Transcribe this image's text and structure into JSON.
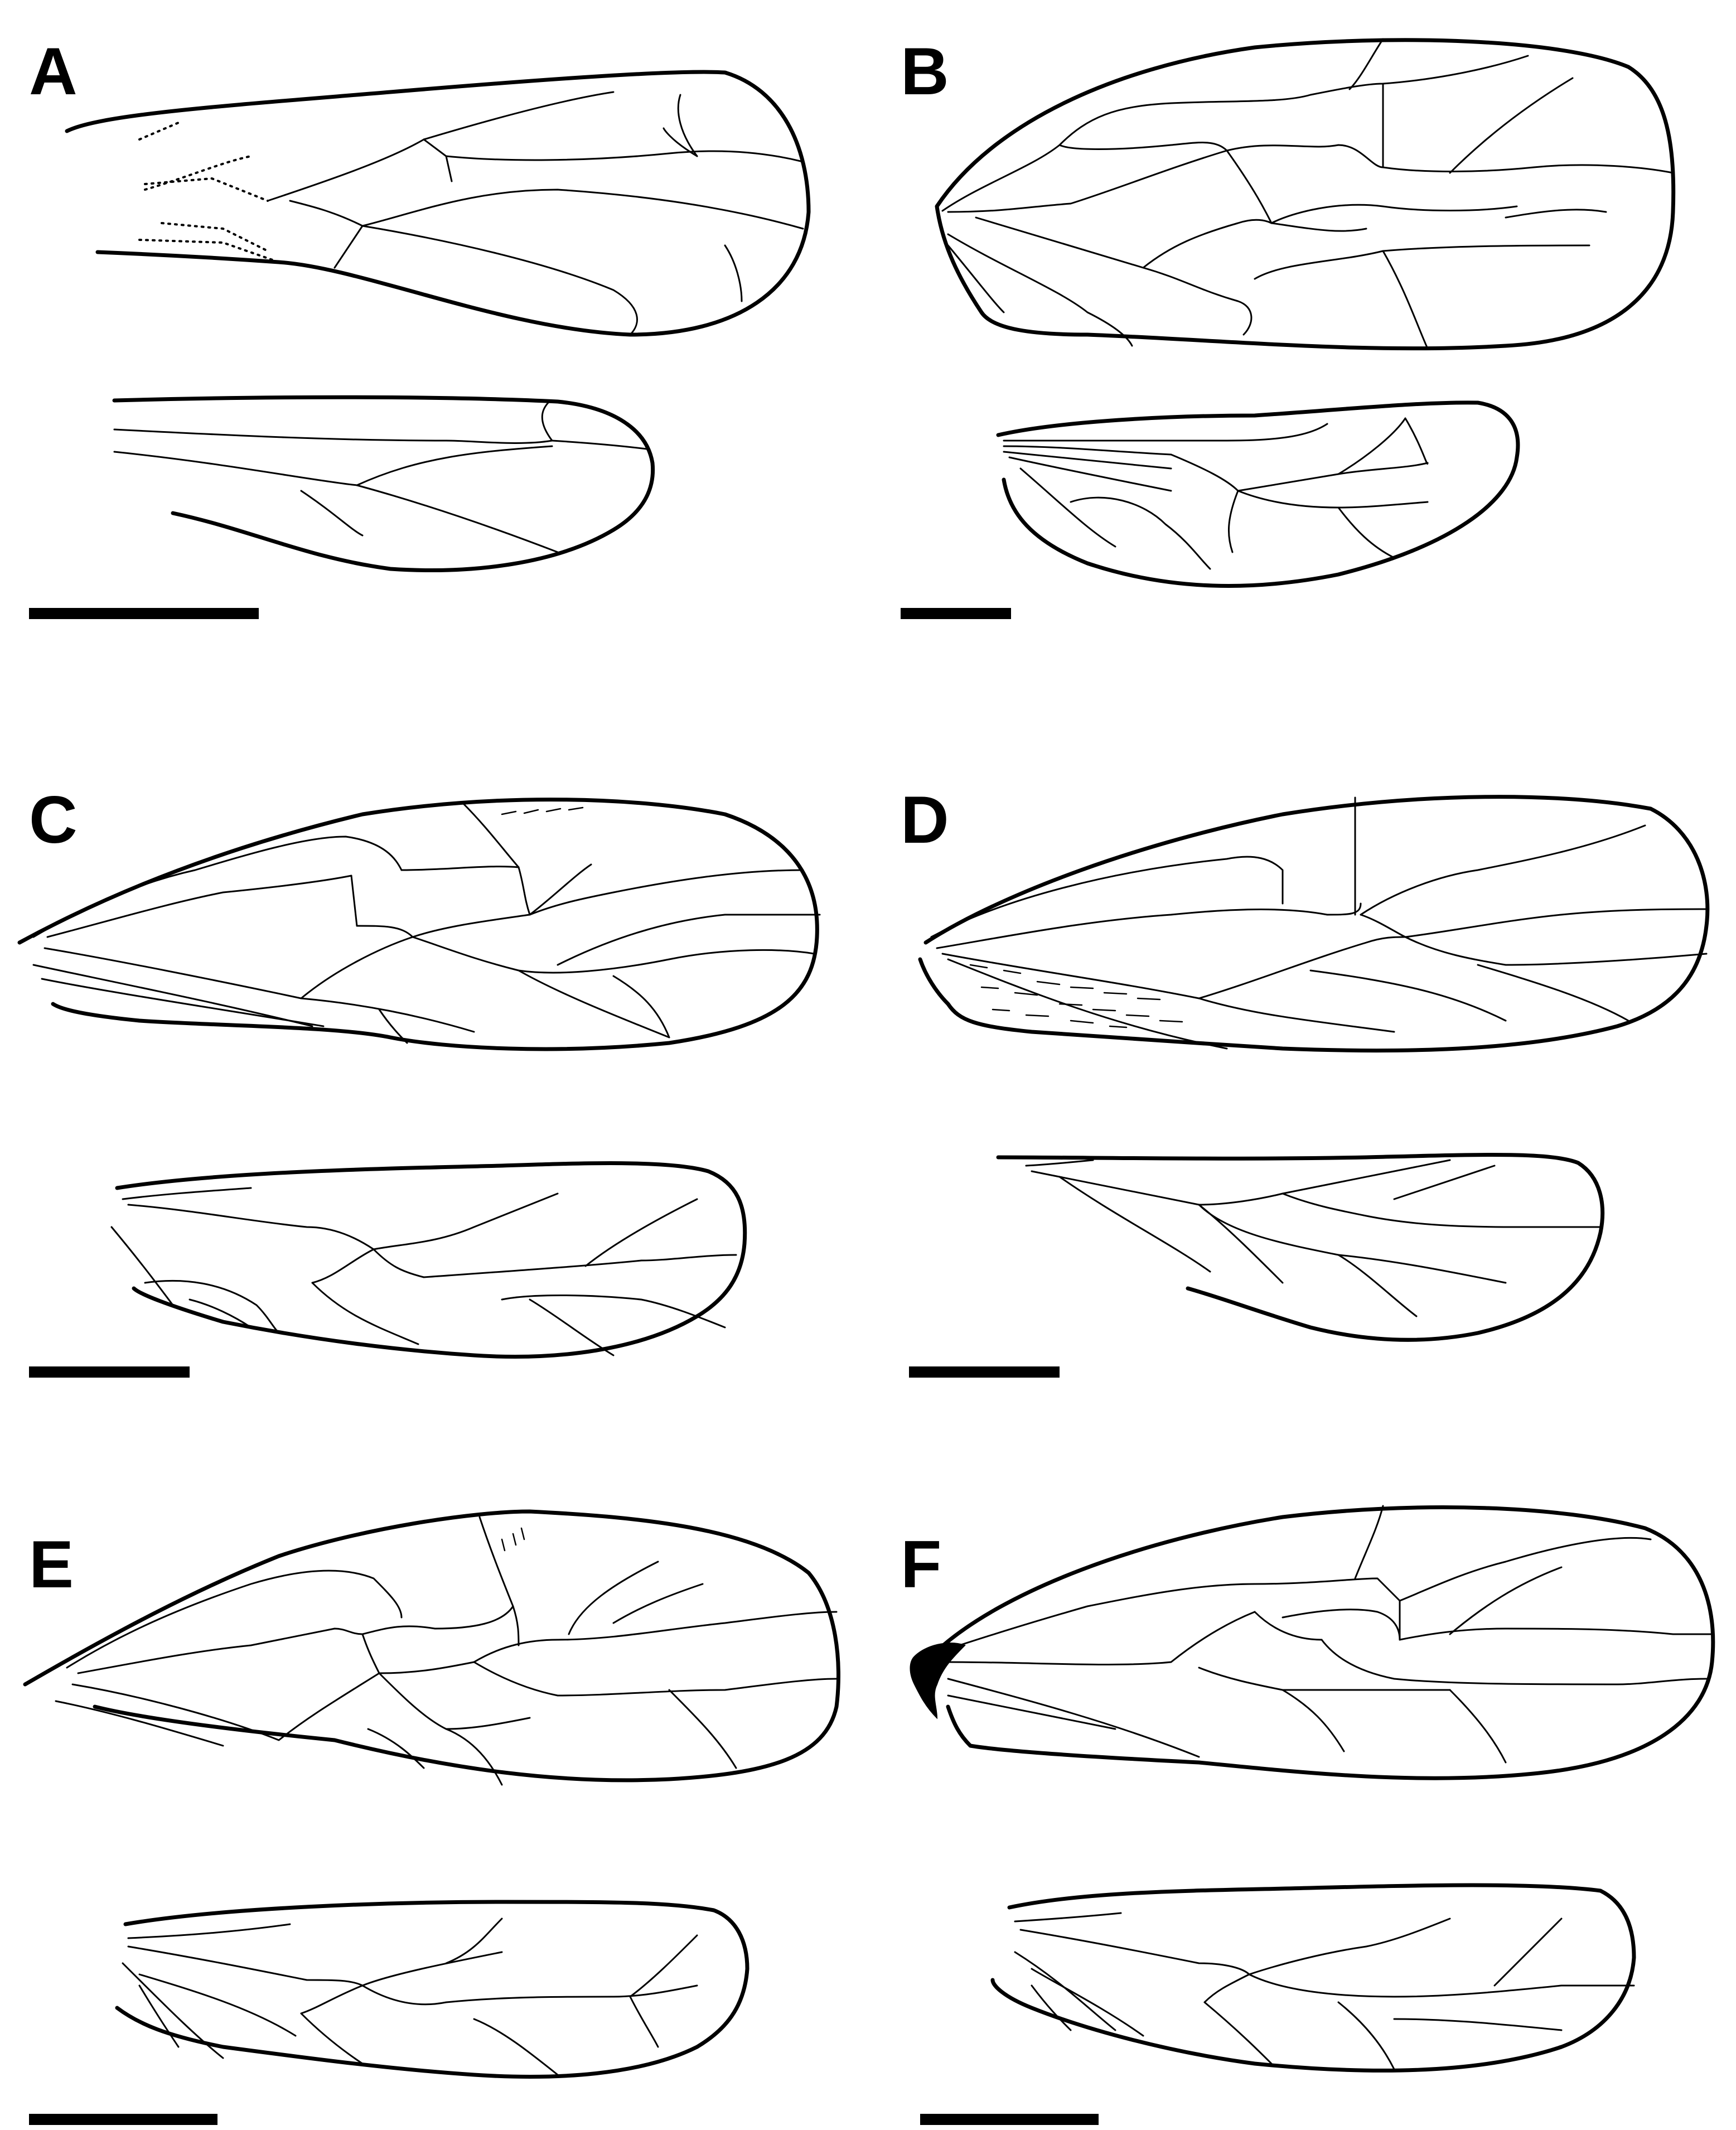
{
  "panels": [
    {
      "id": "A",
      "label": "A"
    },
    {
      "id": "B",
      "label": "B"
    },
    {
      "id": "C",
      "label": "C"
    },
    {
      "id": "D",
      "label": "D"
    },
    {
      "id": "E",
      "label": "E"
    },
    {
      "id": "F",
      "label": "F"
    }
  ]
}
